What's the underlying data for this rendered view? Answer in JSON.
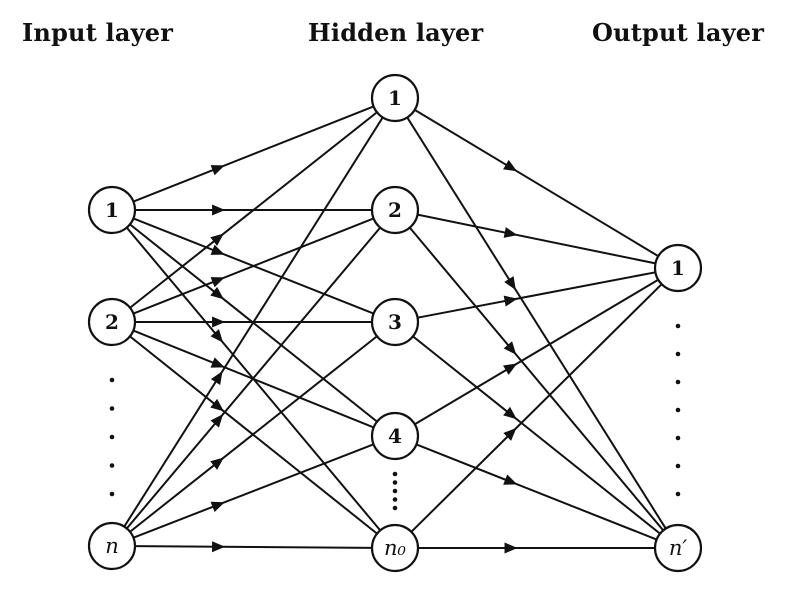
{
  "layers": {
    "input": {
      "title": "Input layer",
      "nodes": [
        "1",
        "2",
        "n"
      ]
    },
    "hidden": {
      "title": "Hidden layer",
      "nodes": [
        "1",
        "2",
        "3",
        "4",
        "n₀"
      ]
    },
    "output": {
      "title": "Output layer",
      "nodes": [
        "1",
        "n′"
      ]
    }
  },
  "colors": {
    "ink": "#111111",
    "background": "#ffffff"
  }
}
